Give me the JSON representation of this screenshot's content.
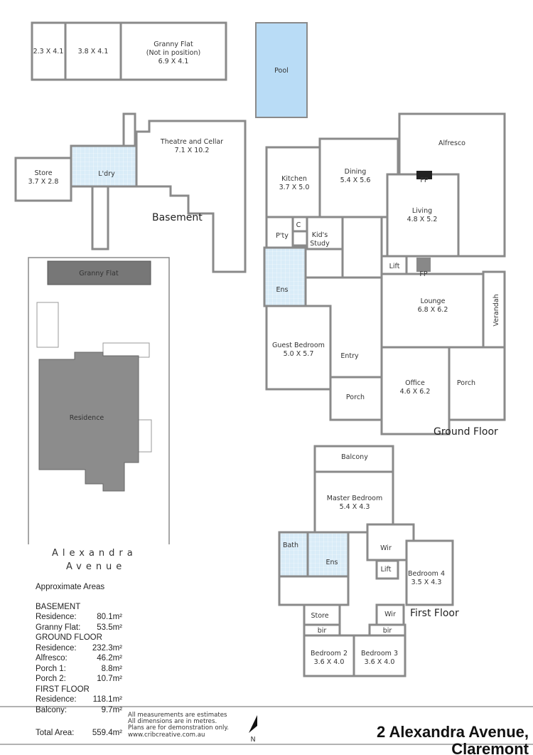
{
  "granny_flat_block": {
    "room1": "2.3 X 4.1",
    "room2": "3.8 X 4.1",
    "main": [
      "Granny Flat",
      "(Not in position)",
      "6.9 X 4.1"
    ]
  },
  "pool": "Pool",
  "basement": {
    "label": "Basement",
    "store": [
      "Store",
      "3.7 X 2.8"
    ],
    "laundry": "L'dry",
    "theatre": [
      "Theatre and Cellar",
      "7.1 X 10.2"
    ]
  },
  "site_plan": {
    "granny_flat": "Granny Flat",
    "residence": "Residence",
    "street_line1": "Alexandra",
    "street_line2": "Avenue"
  },
  "ground_floor": {
    "label": "Ground Floor",
    "alfresco": "Alfresco",
    "dining": [
      "Dining",
      "5.4 X 5.6"
    ],
    "kitchen": [
      "Kitchen",
      "3.7 X 5.0"
    ],
    "living": [
      "Living",
      "4.8 X 5.2"
    ],
    "pantry": "P'ty",
    "kids_study": [
      "Kid's",
      "Study"
    ],
    "lift": "Lift",
    "ens": "Ens",
    "lounge": [
      "Lounge",
      "6.8 X 6.2"
    ],
    "verandah": "Verandah",
    "guest_bedroom": [
      "Guest Bedroom",
      "5.0 X 5.7"
    ],
    "entry": "Entry",
    "porch1": "Porch",
    "porch2": "Porch",
    "office": [
      "Office",
      "4.6 X 6.2"
    ],
    "fp": "FP",
    "c": "C"
  },
  "first_floor": {
    "label": "First Floor",
    "balcony": "Balcony",
    "master": [
      "Master Bedroom",
      "5.4 X 4.3"
    ],
    "bath": "Bath",
    "ens": "Ens",
    "wir1": "Wir",
    "wir2": "Wir",
    "lift": "Lift",
    "bedroom4": [
      "Bedroom 4",
      "3.5 X 4.3"
    ],
    "store": "Store",
    "bir1": "bir",
    "bir2": "bir",
    "bedroom2": [
      "Bedroom 2",
      "3.6 X 4.0"
    ],
    "bedroom3": [
      "Bedroom 3",
      "3.6 X 4.0"
    ]
  },
  "areas": {
    "title": "Approximate Areas",
    "sections": [
      {
        "heading": "BASEMENT",
        "rows": [
          [
            "Residence:",
            "80.1m²"
          ],
          [
            "Granny Flat:",
            "53.5m²"
          ]
        ]
      },
      {
        "heading": "GROUND FLOOR",
        "rows": [
          [
            "Residence:",
            "232.3m²"
          ],
          [
            "Alfresco:",
            "46.2m²"
          ],
          [
            "Porch 1:",
            "8.8m²"
          ],
          [
            "Porch 2:",
            "10.7m²"
          ]
        ]
      },
      {
        "heading": "FIRST FLOOR",
        "rows": [
          [
            "Residence:",
            "118.1m²"
          ],
          [
            "Balcony:",
            "9.7m²"
          ]
        ]
      }
    ],
    "total_label": "Total Area:",
    "total_value": "559.4m²"
  },
  "disclaimer": [
    "All measurements are estimates",
    "All dimensions are in metres.",
    "Plans are for demonstration only.",
    "www.cribcreative.com.au"
  ],
  "north": "N",
  "address": [
    "2 Alexandra Avenue,",
    "Claremont"
  ],
  "colors": {
    "wall": "#8a8a8a",
    "pool": "#b9dcf6",
    "tile": "#d9ecf8",
    "residence": "#8c8c8c",
    "granny": "#777777"
  }
}
